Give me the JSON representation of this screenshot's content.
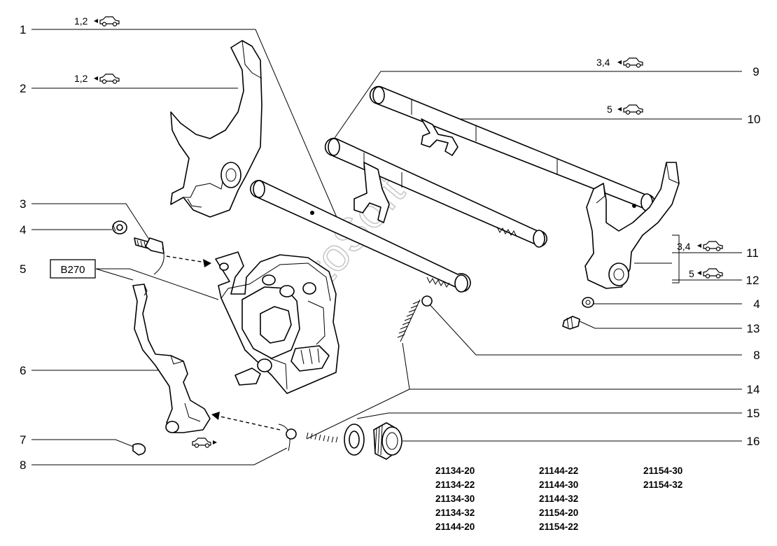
{
  "callouts": [
    {
      "id": "1",
      "label": "1"
    },
    {
      "id": "2",
      "label": "2"
    },
    {
      "id": "3",
      "label": "3"
    },
    {
      "id": "4a",
      "label": "4"
    },
    {
      "id": "5",
      "label": "5"
    },
    {
      "id": "6",
      "label": "6"
    },
    {
      "id": "7",
      "label": "7"
    },
    {
      "id": "8a",
      "label": "8"
    },
    {
      "id": "9",
      "label": "9"
    },
    {
      "id": "10",
      "label": "10"
    },
    {
      "id": "11",
      "label": "11"
    },
    {
      "id": "12",
      "label": "12"
    },
    {
      "id": "4b",
      "label": "4"
    },
    {
      "id": "13",
      "label": "13"
    },
    {
      "id": "8b",
      "label": "8"
    },
    {
      "id": "14",
      "label": "14"
    },
    {
      "id": "15",
      "label": "15"
    },
    {
      "id": "16",
      "label": "16"
    }
  ],
  "gear_notes": {
    "gear_1": "1,2",
    "gear_2": "1,2",
    "gear_9": "3,4",
    "gear_10": "5",
    "gear_11": "3,4",
    "gear_12": "5"
  },
  "reference_box": "B270",
  "watermark": "AutoSoft",
  "models": [
    [
      "21134-20",
      "21134-22",
      "21134-30",
      "21134-32",
      "21144-20"
    ],
    [
      "21144-22",
      "21144-30",
      "21144-32",
      "21154-20",
      "21154-22"
    ],
    [
      "21154-30",
      "21154-32"
    ]
  ],
  "icons": [
    "car-icon"
  ]
}
